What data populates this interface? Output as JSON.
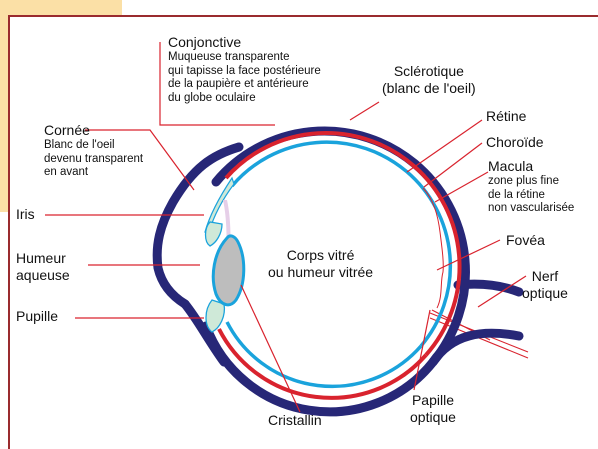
{
  "colors": {
    "frame": "#9a2b2e",
    "corner": "#fbe0a6",
    "sclera": "#272777",
    "choroid": "#d9232e",
    "retina": "#1aa3dc",
    "leader": "#d9232e",
    "cornea_fill": "#cfe9d8",
    "lens_fill": "#bdbdbd"
  },
  "labels": {
    "conjonctive": {
      "title": "Conjonctive",
      "desc": [
        "Muqueuse transparente",
        "qui tapisse la face postérieure",
        "de la paupière et antérieure",
        "du globe oculaire"
      ]
    },
    "sclerotique": {
      "lines": [
        "Sclérotique",
        "(blanc de l'oeil)"
      ]
    },
    "retine": "Rétine",
    "choroide": "Choroïde",
    "macula": {
      "title": "Macula",
      "desc": [
        "zone plus fine",
        "de la rétine",
        "non vascularisée"
      ]
    },
    "cornee": {
      "title": "Cornée",
      "desc": [
        "Blanc de l'oeil",
        "devenu transparent",
        "en avant"
      ]
    },
    "iris": "Iris",
    "humeur_aqueuse": [
      "Humeur",
      "aqueuse"
    ],
    "pupille": "Pupille",
    "corps_vitre": [
      "Corps vitré",
      "ou humeur vitrée"
    ],
    "fovea": "Fovéa",
    "nerf_optique": [
      "Nerf",
      "optique"
    ],
    "cristallin": "Cristallin",
    "papille_optique": [
      "Papille",
      "optique"
    ]
  }
}
